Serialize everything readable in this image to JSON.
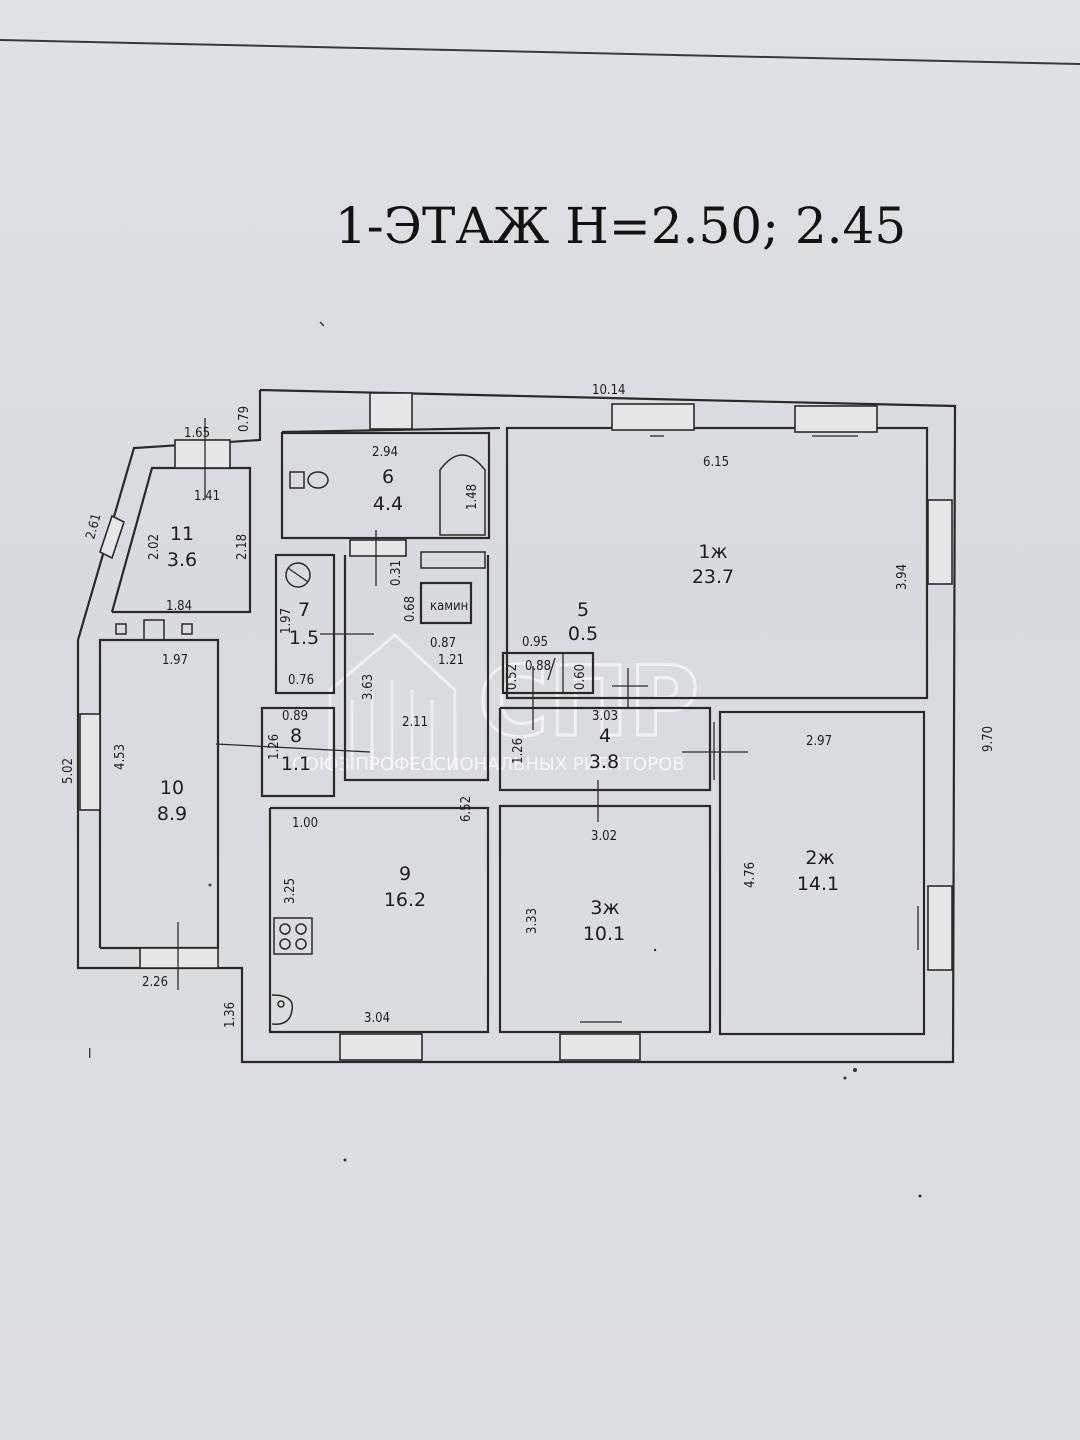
{
  "title": "1-ЭТАЖ  H=2.50; 2.45",
  "watermark": {
    "logo": "СПР",
    "subtitle": "СОЮЗ ПРОФЕССИОНАЛЬНЫХ РИЕЛТОРОВ"
  },
  "side_mark": "I",
  "rooms": {
    "r1": {
      "id": "1ж",
      "area": "23.7"
    },
    "r2": {
      "id": "2ж",
      "area": "14.1"
    },
    "r3": {
      "id": "3ж",
      "area": "10.1"
    },
    "r4": {
      "id": "4",
      "area": "3.8"
    },
    "r5": {
      "id": "5",
      "area": "0.5"
    },
    "r6": {
      "id": "6",
      "area": "4.4"
    },
    "r7": {
      "id": "7",
      "area": "1.5"
    },
    "r8": {
      "id": "8",
      "area": "1.1"
    },
    "r9": {
      "id": "9",
      "area": "16.2"
    },
    "r10": {
      "id": "10",
      "area": "8.9"
    },
    "r11": {
      "id": "11",
      "area": "3.6"
    }
  },
  "fireplace_label": "камин",
  "dims": {
    "d_10_14": "10.14",
    "d_0_79": "0.79",
    "d_1_65": "1.65",
    "d_2_94": "2.94",
    "d_6_15": "6.15",
    "d_1_41": "1.41",
    "d_2_61": "2.61",
    "d_2_02": "2.02",
    "d_2_18": "2.18",
    "d_1_48": "1.48",
    "d_3_94": "3.94",
    "d_0_31": "0.31",
    "d_0_68": "0.68",
    "d_1_84": "1.84",
    "d_1_97a": "1.97",
    "d_1_97b": "1.97",
    "d_0_87": "0.87",
    "d_1_21": "1.21",
    "d_0_95": "0.95",
    "d_0_52": "0.52",
    "d_0_88": "0.88",
    "d_0_60": "0.60",
    "d_0_76": "0.76",
    "d_3_63": "3.63",
    "d_0_89": "0.89",
    "d_1_26a": "1.26",
    "d_2_11": "2.11",
    "d_1_26b": "1.26",
    "d_3_03": "3.03",
    "d_2_97": "2.97",
    "d_9_70": "9.70",
    "d_5_02": "5.02",
    "d_4_53": "4.53",
    "d_6_52": "6.52",
    "d_1_00": "1.00",
    "d_3_02": "3.02",
    "d_4_76": "4.76",
    "d_3_25": "3.25",
    "d_3_33": "3.33",
    "d_2_26": "2.26",
    "d_1_36": "1.36",
    "d_3_04": "3.04"
  }
}
